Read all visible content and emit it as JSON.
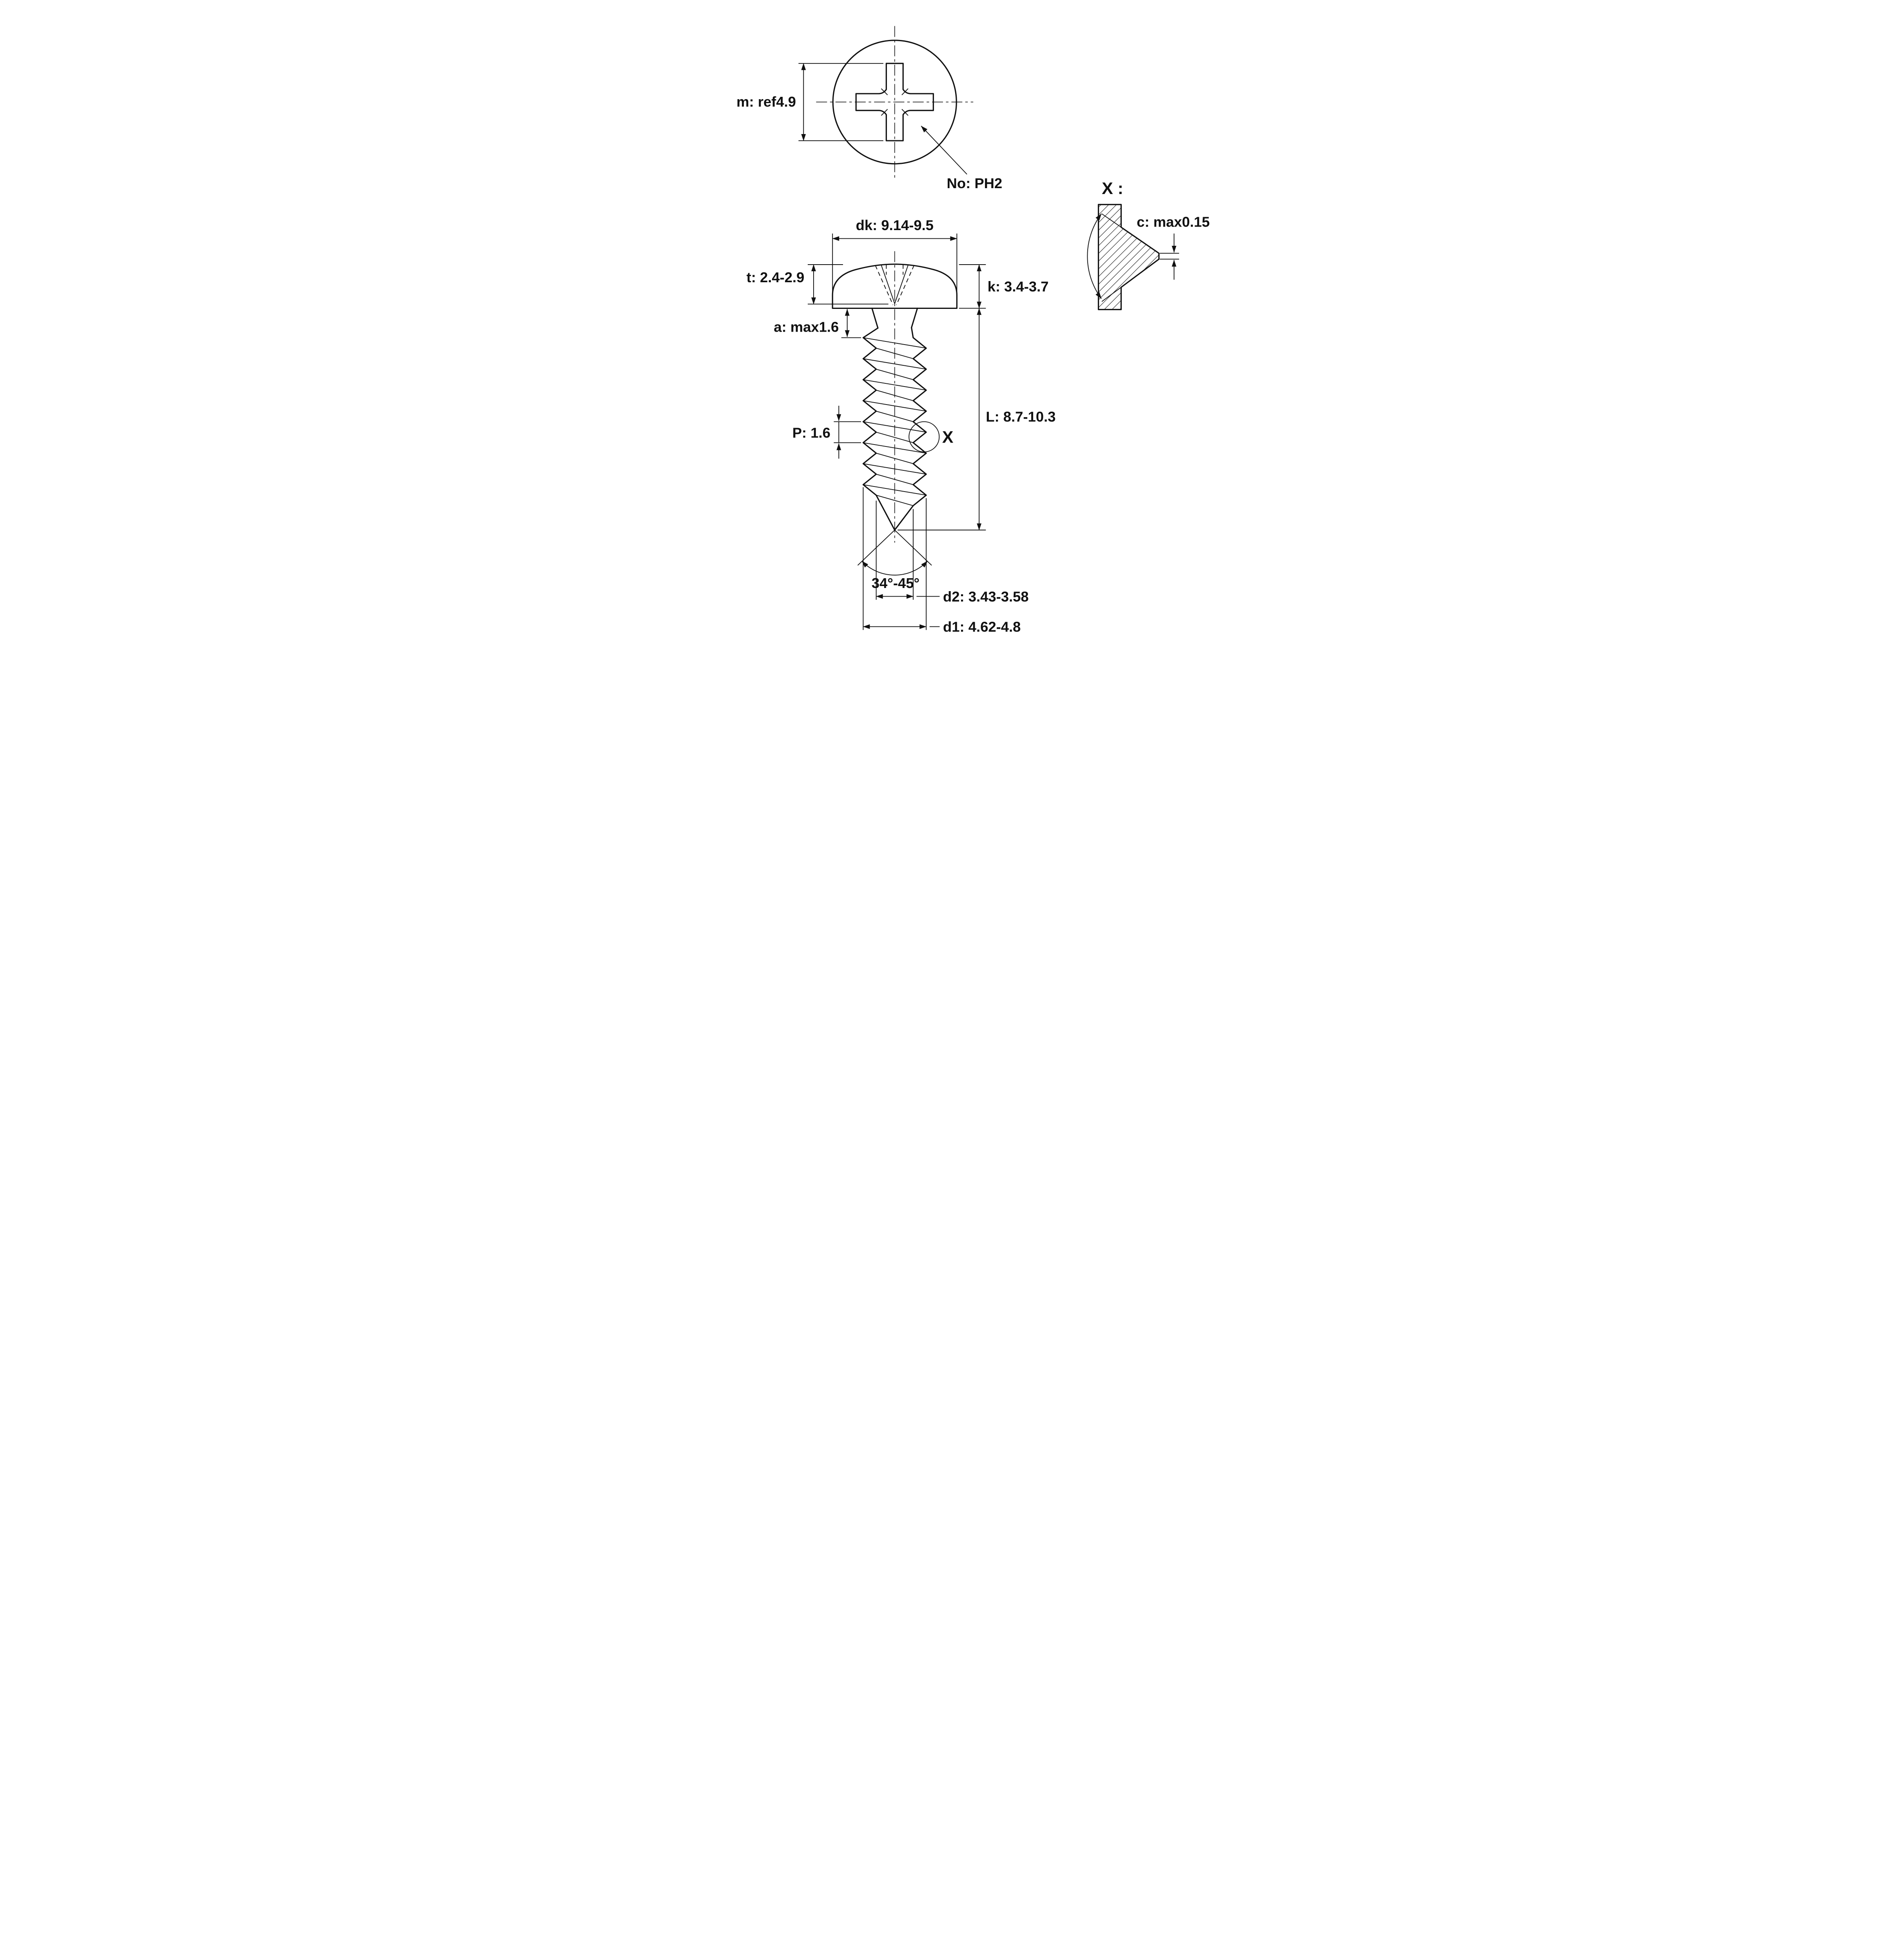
{
  "drawing": {
    "type": "technical-drawing",
    "subject": "Cross recessed pan head self-tapping screw",
    "colors": {
      "line": "#111111",
      "background": "#ffffff"
    }
  },
  "top_view": {
    "m_label": "m: ref4.9",
    "recess_label": "No: PH2"
  },
  "side_view": {
    "dk_label": "dk: 9.14-9.5",
    "t_label": "t: 2.4-2.9",
    "k_label": "k: 3.4-3.7",
    "a_label": "a: max1.6",
    "p_label": "P: 1.6",
    "l_label": "L: 8.7-10.3",
    "angle_label": "34°-45°",
    "d2_label": "d2: 3.43-3.58",
    "d1_label": "d1: 4.62-4.8",
    "detail_marker": "X"
  },
  "detail_view": {
    "title": "X :",
    "c_label": "c: max0.15"
  },
  "dimensions": {
    "m": "ref4.9",
    "recess_no": "PH2",
    "dk": "9.14-9.5",
    "t": "2.4-2.9",
    "k": "3.4-3.7",
    "a": "max1.6",
    "P": "1.6",
    "L": "8.7-10.3",
    "point_angle": "34°-45°",
    "d2": "3.43-3.58",
    "d1": "4.62-4.8",
    "c": "max0.15"
  }
}
